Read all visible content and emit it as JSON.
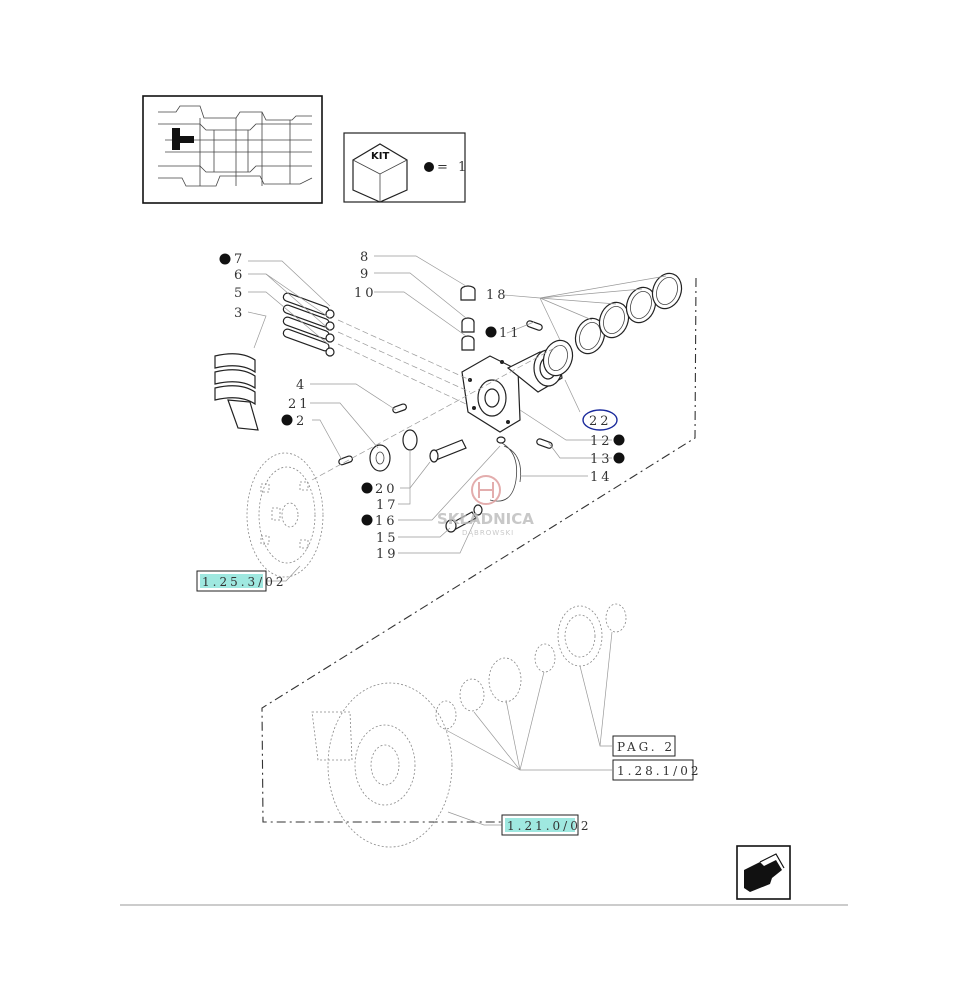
{
  "kit_box": {
    "label": "KIT",
    "legend": "= 1"
  },
  "callouts": {
    "c7": "7",
    "c6": "6",
    "c5": "5",
    "c3": "3",
    "c8": "8",
    "c9": "9",
    "c10": "10",
    "c11": "11",
    "c18": "18",
    "c4": "4",
    "c21": "21",
    "c2": "2",
    "c22": "22",
    "c12": "12",
    "c13": "13",
    "c14": "14",
    "c20": "20",
    "c17": "17",
    "c16": "16",
    "c15": "15",
    "c19": "19"
  },
  "references": {
    "ref_flywheel": "1.25.3/02",
    "ref_pag": "PAG. 2",
    "ref_gears": "1.28.1/02",
    "ref_housing": "1.21.0/02"
  },
  "watermark": {
    "brand": "SKŁADNICA",
    "sub": "DĄBROWSKI"
  },
  "colors": {
    "ref_highlight": "#9fe8e0",
    "circle_22": "#1a2a9c",
    "line": "#333333"
  }
}
